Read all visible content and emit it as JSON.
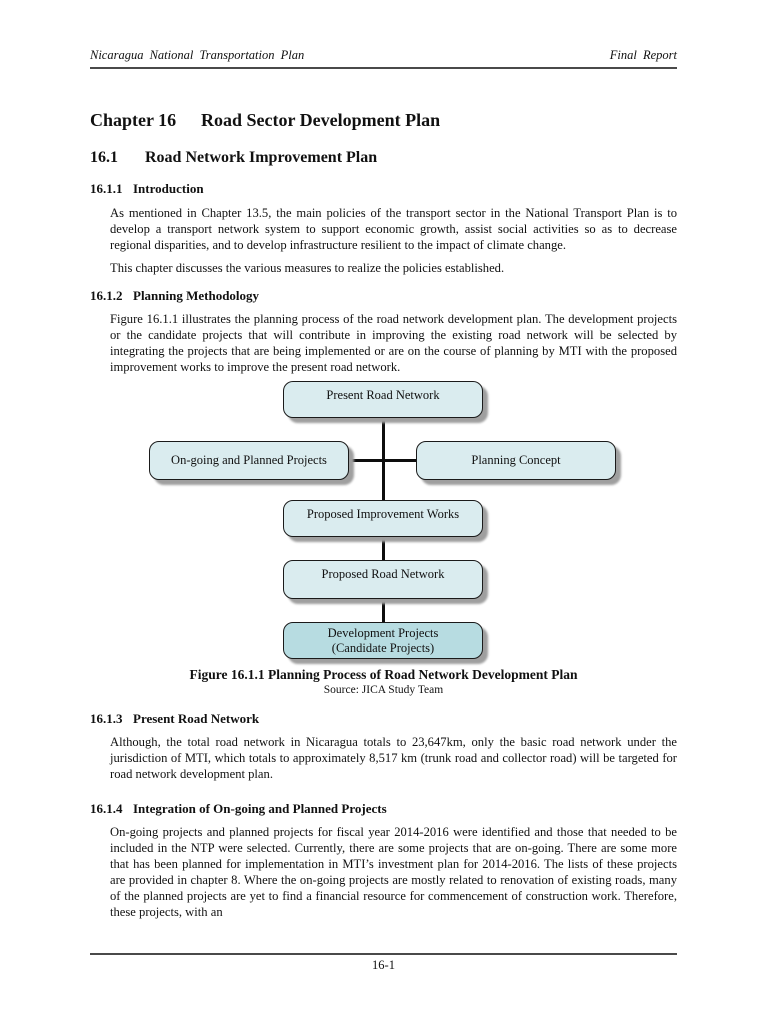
{
  "header": {
    "left": "Nicaragua National Transportation Plan",
    "right": "Final Report"
  },
  "chapter": {
    "number": "Chapter 16",
    "title": "Road Sector Development Plan"
  },
  "section": {
    "number": "16.1",
    "title": "Road Network Improvement Plan"
  },
  "subsections": [
    {
      "number": "16.1.1",
      "title": "Introduction",
      "paragraphs": [
        "As mentioned in Chapter 13.5, the main policies of the transport sector in the National Transport Plan is to develop a transport network system to support economic growth, assist social activities so as to decrease regional disparities, and to develop infrastructure resilient to the impact of climate change.",
        "This chapter discusses the various measures to realize the policies established."
      ]
    },
    {
      "number": "16.1.2",
      "title": "Planning Methodology",
      "paragraphs": [
        "Figure 16.1.1 illustrates the planning process of the road network development plan. The development projects or the candidate projects that will contribute in improving the existing road network will be selected by integrating the projects that are being implemented or are on the course of planning by MTI with the proposed improvement works to improve the present road network."
      ]
    },
    {
      "number": "16.1.3",
      "title": "Present Road Network",
      "paragraphs": [
        "Although, the total road network in Nicaragua totals to 23,647km, only the basic road network under the jurisdiction of MTI, which totals to approximately 8,517 km (trunk road and collector road) will be targeted for road network development plan."
      ]
    },
    {
      "number": "16.1.4",
      "title": "Integration of On-going and Planned Projects",
      "paragraphs": [
        "On-going projects and planned projects for fiscal year 2014-2016 were identified and those that needed to be included in the NTP were selected. Currently, there are some projects that are on-going. There are some more that has been planned for implementation in MTI’s investment plan for 2014-2016. The lists of these projects are provided in chapter 8. Where the on-going projects are mostly related to renovation of existing roads, many of the planned projects are yet to find a financial resource for commencement of construction work. Therefore, these projects, with an"
      ]
    }
  ],
  "figure": {
    "caption": "Figure 16.1.1 Planning Process of Road Network Development Plan",
    "source": "Source: JICA Study Team",
    "nodes": {
      "present": "Present Road Network",
      "ongoing": "On-going and Planned Projects",
      "concept": "Planning Concept",
      "improvement": "Proposed Improvement Works",
      "proposed": "Proposed Road Network",
      "development_line1": "Development Projects",
      "development_line2": "(Candidate Projects)"
    },
    "colors": {
      "node_fill": "#daecef",
      "final_node_fill": "#b7dce1",
      "node_border": "#1a1a1a",
      "node_shadow": "#9f9f9f",
      "connector": "#0d0d0d"
    }
  },
  "footer": {
    "page_number": "16-1"
  }
}
